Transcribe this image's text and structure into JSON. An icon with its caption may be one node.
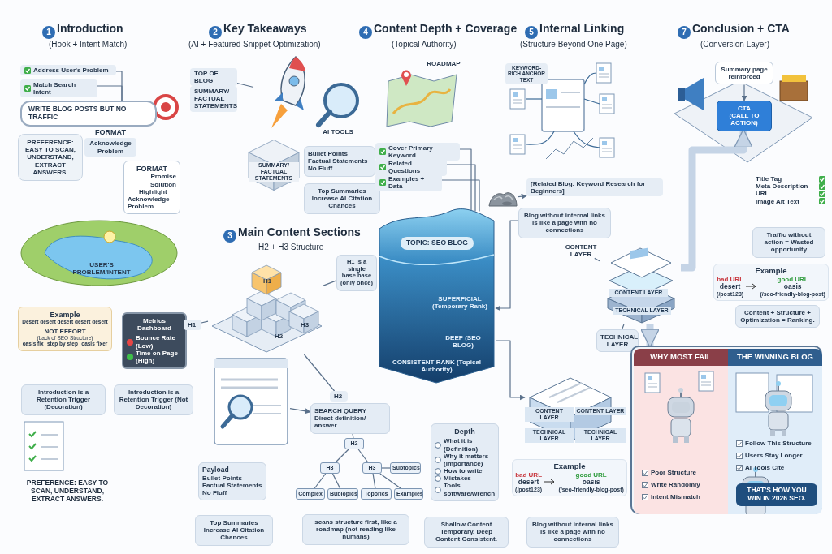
{
  "diagram": {
    "nodes": [
      {
        "text": [
          "Address User's Problem"
        ]
      },
      {
        "text": [
          "Match Search Intent"
        ]
      },
      {
        "text": [
          "WRITE BLOG POSTS BUT NO TRAFFIC"
        ]
      },
      {
        "text": [
          "PREFERENCE: EASY TO SCAN, UNDERSTAND, EXTRACT ANSWERS."
        ]
      },
      {
        "text": [
          "FORMAT",
          "Acknowledge Problem"
        ]
      },
      {
        "text": [
          "FORMAT",
          "Promise Solution",
          "Highlight",
          "Acknowledge Problem"
        ]
      },
      {
        "text": [
          "USER'S PROBLEM/INTENT"
        ]
      },
      {
        "text": [
          "Example",
          "Desert desert desert desert desert",
          "NOT EFFORT",
          "(Lack of SEO Structure)",
          "oasis fix",
          "step by step",
          "oasis fixer"
        ]
      },
      {
        "text": [
          "Metrics Dashboard",
          "Bounce Rate (Low)",
          "Time on Page (High)"
        ]
      },
      {
        "text": [
          "Introduction is a Retention Trigger (Decoration)"
        ]
      },
      {
        "text": [
          "Introduction is a Retention Trigger (Not Decoration)"
        ]
      },
      {
        "text": [
          "TOP OF BLOG"
        ]
      },
      {
        "text": [
          "SUMMARY/ FACTUAL STATEMENTS"
        ]
      },
      {
        "text": [],
        "shape": "picture"
      },
      {
        "text": [
          "SUMMARY/ FACTUAL STATEMENTS"
        ]
      },
      {
        "text": [
          "AI TOOLS"
        ]
      },
      {
        "text": [
          "Bullet Points",
          "Factual Statements",
          "No Fluff"
        ]
      },
      {
        "text": [
          "Top Summaries Increase AI Citation Chances"
        ]
      },
      {
        "text": [
          "H1",
          "H2",
          "H3"
        ]
      },
      {
        "text": [
          "H1 is a single base base (only once)"
        ]
      },
      {
        "text": [
          "H1"
        ]
      },
      {
        "text": [],
        "shape": "picture"
      },
      {
        "text": [
          "Payload",
          "Bullet Points",
          "Factual Statements",
          "No Fluff"
        ]
      },
      {
        "text": [
          "Top Summaries Increase AI Citation Chances"
        ]
      },
      {
        "text": [
          "H2"
        ]
      },
      {
        "text": [
          "SEARCH QUERY Direct definition/ answer"
        ]
      },
      {
        "text": [
          "H2"
        ]
      },
      {
        "text": [
          "H3"
        ]
      },
      {
        "text": [
          "H3"
        ]
      },
      {
        "text": [
          "Subtopics"
        ]
      },
      {
        "text": [
          "Complex"
        ]
      },
      {
        "text": [
          "Bublopics"
        ]
      },
      {
        "text": [
          "Toporics"
        ]
      },
      {
        "text": [
          "Examples"
        ]
      },
      {
        "text": [
          "scans structure first, like a roadmap (not reading like humans)"
        ]
      },
      {
        "text": [
          "ROADMAP"
        ]
      },
      {
        "text": [
          "Cover Primary Keyword"
        ]
      },
      {
        "text": [
          "Related Questions"
        ]
      },
      {
        "text": [
          "Examples + Data"
        ]
      },
      {
        "text": [
          "TOPIC: SEO BLOG",
          "SUPERFICIAL (Temporary Rank)",
          "DEEP (SEO BLOG)",
          "CONSISTENT RANK (Topical Authority)"
        ]
      },
      {
        "text": [],
        "shape": "picture"
      },
      {
        "text": [
          "[Related Blog: Keyword Research for Beginners]"
        ]
      },
      {
        "text": [
          "Depth",
          "What it is (Definition)",
          "Why it matters (Importance)",
          "How to write",
          "Mistakes",
          "Tools software/wrench"
        ]
      },
      {
        "text": [
          "Shallow Content Temporary. Deep Content Consistent."
        ]
      },
      {
        "text": [
          "KEYWORD-RICH ANCHOR TEXT"
        ]
      },
      {
        "text": [
          "Blog without internal links is like a page with no connections"
        ]
      },
      {
        "text": [
          "CONTENT LAYER",
          "TECHNICAL LAYER"
        ]
      },
      {
        "text": [
          "CONTENT LAYER"
        ]
      },
      {
        "text": [
          "TECHNICAL LAYER"
        ]
      },
      {
        "text": [
          "CONTENT LAYER",
          "CONTENT LAYER",
          "TECHNICAL LAYER",
          "TECHNICAL LAYER"
        ]
      },
      {
        "text": [
          "Example",
          "bad URL",
          "desert",
          "(/post123)",
          "good URL",
          "oasis",
          "(/seo-friendly-blog-post)"
        ]
      },
      {
        "text": [
          "Blog without internal links is like a page with no connections"
        ]
      },
      {
        "text": [
          "Summary page reinforced"
        ]
      },
      {
        "text": [
          "CTA",
          "(CALL TO ACTION)"
        ]
      },
      {
        "text": [
          "Title Tag",
          "Meta Description",
          "URL",
          "Image Alt Text"
        ]
      },
      {
        "text": [
          "Traffic without action = Wasted opportunity"
        ]
      },
      {
        "text": [
          "Example",
          "bad URL",
          "desert",
          "(/post123)",
          "good URL",
          "oasis",
          "(/seo-friendly-blog-post)"
        ]
      },
      {
        "text": [
          "Content + Structure + Optimization = Ranking."
        ]
      },
      {
        "text": [],
        "shape": "box"
      },
      {
        "text": [
          "WHY MOST FAIL",
          "Poor Structure",
          "Write Randomly",
          "Intent Mismatch"
        ],
        "in": 58
      },
      {
        "text": [
          "THE WINNING BLOG",
          "Follow This Structure",
          "Users Stay Longer",
          "AI Tools Cite"
        ],
        "in": 58
      },
      {
        "text": [
          "THAT'S HOW YOU WIN IN 2026 SEO."
        ],
        "in": 60
      }
    ],
    "edges": [
      {
        "from": 0,
        "to": 2,
        "arrow": "none"
      },
      {
        "from": 1,
        "to": 2,
        "arrow": "none"
      },
      {
        "from": 11,
        "to": 13,
        "arrow": "none"
      },
      {
        "from": 20,
        "to": 18,
        "arrow": "none"
      },
      {
        "from": 19,
        "to": 18,
        "arrow": "none"
      },
      {
        "from": 24,
        "to": 18,
        "arrow": "none"
      },
      {
        "from": 21,
        "to": 25,
        "arrow": "to"
      },
      {
        "from": 25,
        "to": 26,
        "arrow": "none"
      },
      {
        "from": 26,
        "to": 27,
        "arrow": "none"
      },
      {
        "from": 26,
        "to": 28,
        "arrow": "none"
      },
      {
        "from": 28,
        "to": 29,
        "arrow": "none"
      },
      {
        "from": 27,
        "to": 30,
        "arrow": "none"
      },
      {
        "from": 27,
        "to": 31,
        "arrow": "none"
      },
      {
        "from": 28,
        "to": 32,
        "arrow": "none"
      },
      {
        "from": 28,
        "to": 33,
        "arrow": "none"
      },
      {
        "from": 36,
        "to": 39,
        "arrow": "none"
      },
      {
        "from": 37,
        "to": 39,
        "arrow": "none"
      },
      {
        "from": 38,
        "to": 39,
        "arrow": "none"
      },
      {
        "from": 40,
        "to": 41,
        "arrow": "to"
      },
      {
        "from": 45,
        "to": 39,
        "arrow": "to"
      },
      {
        "from": 39,
        "to": 49,
        "arrow": "to"
      },
      {
        "from": 47,
        "to": 46,
        "arrow": "none"
      },
      {
        "from": 48,
        "to": 46,
        "arrow": "none"
      },
      {
        "from": 52,
        "to": 53,
        "arrow": "to"
      },
      {
        "from": 46,
        "to": 53,
        "arrow": "to",
        "style": "thick",
        "color": "#c5d4e6"
      },
      {
        "from": 46,
        "to": 58,
        "arrow": "to",
        "style": "thick",
        "color": "#c5d4e6"
      }
    ],
    "labels": [
      "1",
      "Introduction",
      "(Hook + Intent Match)",
      "2",
      "Key Takeaways",
      "(AI + Featured Snippet Optimization)",
      "4",
      "Content Depth + Coverage",
      "(Topical Authority)",
      "5",
      "Internal Linking",
      "(Structure Beyond One Page)",
      "7",
      "Conclusion + CTA",
      "(Conversion Layer)",
      "3",
      "Main Content Sections",
      "H2 + H3 Structure",
      "PREFERENCE: EASY TO SCAN, UNDERSTAND, EXTRACT ANSWERS."
    ]
  }
}
